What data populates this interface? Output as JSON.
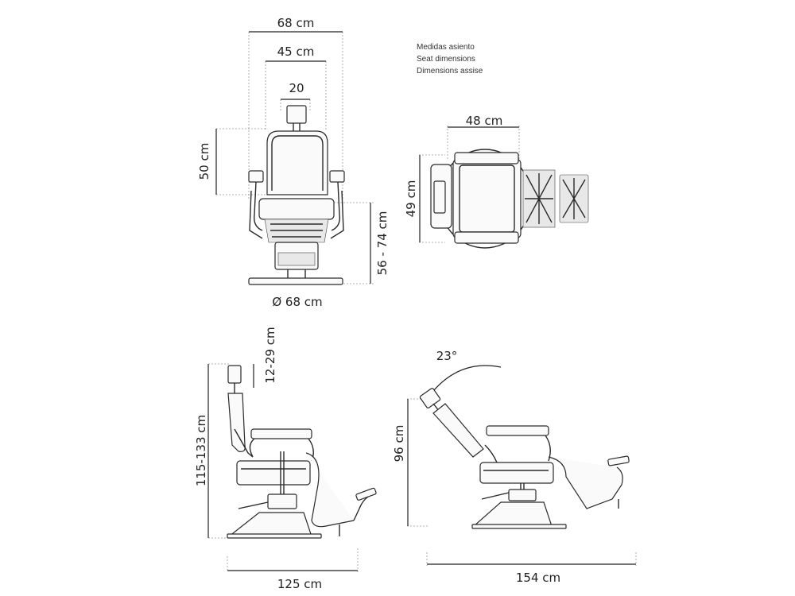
{
  "front_view": {
    "width_overall": "68 cm",
    "width_seat": "45 cm",
    "headrest_width": "20",
    "backrest_height": "50 cm",
    "seat_height": "56 - 74 cm",
    "base_diameter": "Ø 68 cm"
  },
  "seat_legend": {
    "line_es": "Medidas asiento",
    "line_en": "Seat dimensions",
    "line_fr": "Dimensions assise"
  },
  "top_view": {
    "seat_width": "48 cm",
    "seat_depth": "49 cm"
  },
  "side_view": {
    "headrest_adjust": "12-29 cm",
    "total_height": "115-133 cm",
    "length": "125 cm"
  },
  "reclined_view": {
    "angle": "23°",
    "height": "96 cm",
    "length": "154 cm"
  }
}
